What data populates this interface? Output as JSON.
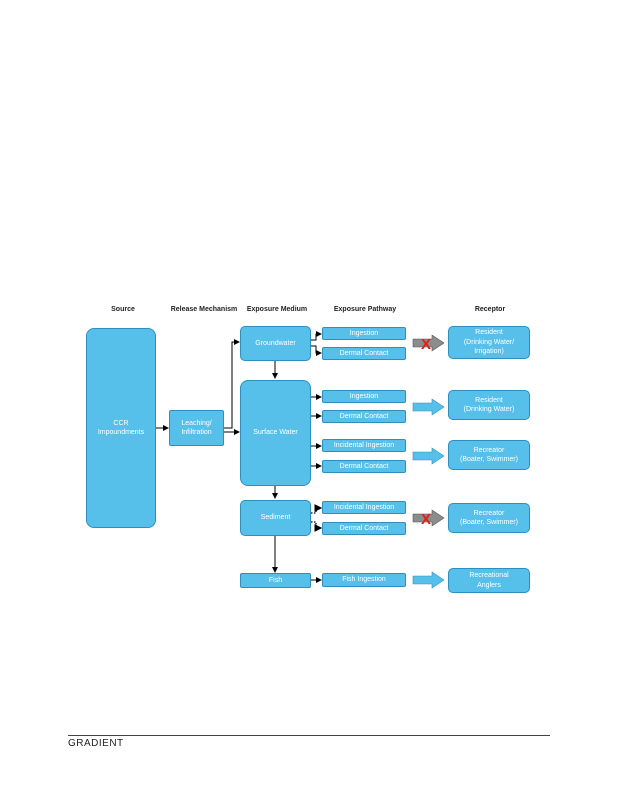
{
  "headers": {
    "source": "Source",
    "release": "Release Mechanism",
    "medium": "Exposure Medium",
    "pathway": "Exposure Pathway",
    "receptor": "Receptor"
  },
  "source": {
    "ccr": "CCR\nImpoundments"
  },
  "release": {
    "leaching": "Leaching/\nInfiltration"
  },
  "media": {
    "groundwater": "Groundwater",
    "surface_water": "Surface Water",
    "sediment": "Sediment",
    "fish": "Fish"
  },
  "pathways": {
    "gw_ingestion": "Ingestion",
    "gw_dermal": "Dermal Contact",
    "sw_ingestion": "Ingestion",
    "sw_dermal": "Dermal Contact",
    "sw_incidental": "Incidental Ingestion",
    "sw_dermal2": "Dermal Contact",
    "sed_incidental": "Incidental Ingestion",
    "sed_dermal": "Dermal Contact",
    "fish_ingestion": "Fish Ingestion"
  },
  "receptors": {
    "resident_gw": "Resident\n(Drinking Water/\nIrrigation)",
    "resident_sw": "Resident\n(Drinking Water)",
    "recreator_sw": "Recreator\n(Boater, Swimmer)",
    "recreator_sed": "Recreator\n(Boater, Swimmer)",
    "anglers": "Recreational\nAnglers"
  },
  "markers": {
    "incomplete": "X"
  },
  "colors": {
    "box_fill": "#56c0ea",
    "box_border": "#2e8fbd",
    "blocked_arrow": "#8c8c8c",
    "x_mark": "#e0201a"
  },
  "footer": {
    "logo": "GRADIENT"
  }
}
